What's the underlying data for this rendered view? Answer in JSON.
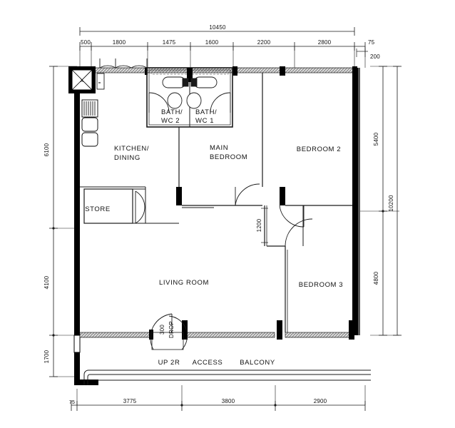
{
  "drawing": {
    "type": "architectural-floor-plan",
    "title": "HDB Apartment Floor Plan",
    "units": "mm"
  },
  "rooms": [
    {
      "id": "kitchen-dining",
      "label_line1": "KITCHEN/",
      "label_line2": "DINING"
    },
    {
      "id": "bath-wc-2",
      "label_line1": "BATH/",
      "label_line2": "WC  2"
    },
    {
      "id": "bath-wc-1",
      "label_line1": "BATH/",
      "label_line2": "WC  1"
    },
    {
      "id": "main-bedroom",
      "label_line1": "MAIN",
      "label_line2": "BEDROOM"
    },
    {
      "id": "bedroom-2",
      "label_line1": "BEDROOM  2",
      "label_line2": ""
    },
    {
      "id": "bedroom-3",
      "label_line1": "BEDROOM  3",
      "label_line2": ""
    },
    {
      "id": "living-room",
      "label_line1": "LIVING  ROOM",
      "label_line2": ""
    },
    {
      "id": "store",
      "label_line1": "STORE",
      "label_line2": ""
    }
  ],
  "annotations": {
    "up_2r": "UP  2R",
    "access": "ACCESS",
    "balcony": "BALCONY",
    "drop_value": "300",
    "drop_word": "DROP",
    "corridor_width": "1200"
  },
  "dimensions": {
    "top_overall": "10450",
    "top_chain": [
      "500",
      "1800",
      "1475",
      "1600",
      "2200",
      "2800",
      "75"
    ],
    "top_offset": "200",
    "left_chain": [
      "6100",
      "4100",
      "1700"
    ],
    "right_chain": [
      "5400",
      "4800"
    ],
    "right_overall": "10200",
    "bottom_chain": [
      "75",
      "3775",
      "3800",
      "2900"
    ]
  },
  "style": {
    "wall_solid": "#000000",
    "wall_hatch": "#8c8c8c",
    "line": "#1a1a1a",
    "paper": "#ffffff"
  }
}
